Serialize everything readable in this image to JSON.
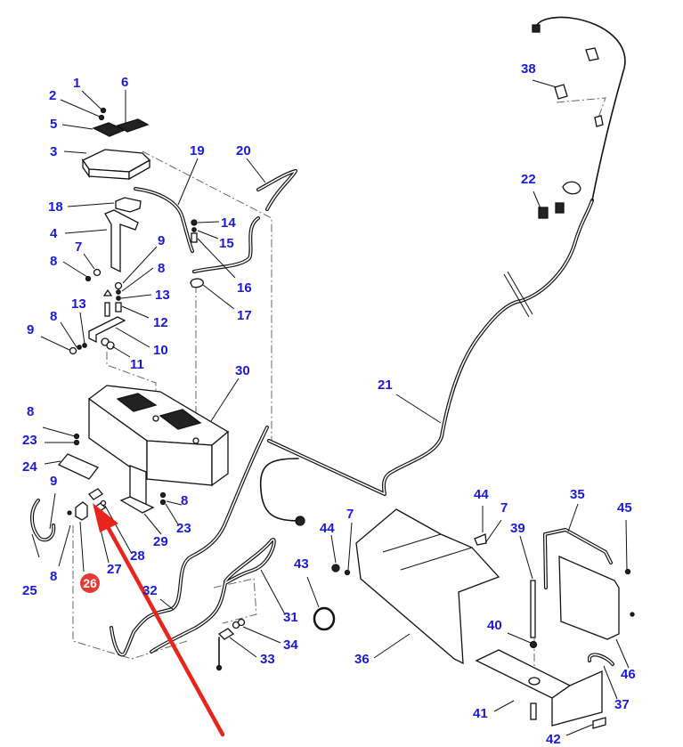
{
  "diagram": {
    "colors": {
      "label": "#1a1ad6",
      "highlight": "#e53935",
      "arrow": "#e8241c",
      "line": "#111111"
    },
    "highlighted_part": "26",
    "callouts": {
      "c1": "1",
      "c2": "2",
      "c3": "3",
      "c4": "4",
      "c5": "5",
      "c6": "6",
      "c7a": "7",
      "c7b": "7",
      "c7c": "7",
      "c8a": "8",
      "c8b": "8",
      "c8c": "8",
      "c8d": "8",
      "c8e": "8",
      "c8f": "8",
      "c9a": "9",
      "c9b": "9",
      "c9c": "9",
      "c10": "10",
      "c11": "11",
      "c12": "12",
      "c13a": "13",
      "c13b": "13",
      "c14": "14",
      "c15": "15",
      "c16": "16",
      "c17": "17",
      "c18": "18",
      "c19": "19",
      "c20": "20",
      "c21": "21",
      "c22": "22",
      "c23a": "23",
      "c23b": "23",
      "c24": "24",
      "c25": "25",
      "c26": "26",
      "c27": "27",
      "c28": "28",
      "c29": "29",
      "c30": "30",
      "c31": "31",
      "c32": "32",
      "c33": "33",
      "c34": "34",
      "c35": "35",
      "c36": "36",
      "c37": "37",
      "c38": "38",
      "c39": "39",
      "c40": "40",
      "c41": "41",
      "c42": "42",
      "c43": "43",
      "c44a": "44",
      "c44b": "44",
      "c45": "45",
      "c46": "46"
    }
  }
}
